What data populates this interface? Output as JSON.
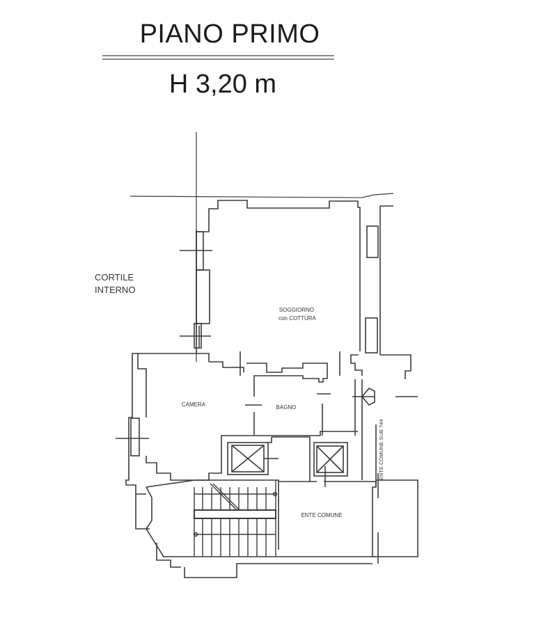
{
  "header": {
    "title": "PIANO PRIMO",
    "height_label": "H 3,20 m"
  },
  "rooms": {
    "courtyard": [
      "CORTILE",
      "INTERNO"
    ],
    "living": [
      "SOGGIORNO",
      "con COTTURA"
    ],
    "bedroom": "CAMERA",
    "bathroom": "BAGNO",
    "common_area": "ENTE COMUNE",
    "common_corridor": "ENTE COMUNE SUB 744"
  },
  "colors": {
    "line": "#3a3a3a",
    "background": "#ffffff"
  }
}
